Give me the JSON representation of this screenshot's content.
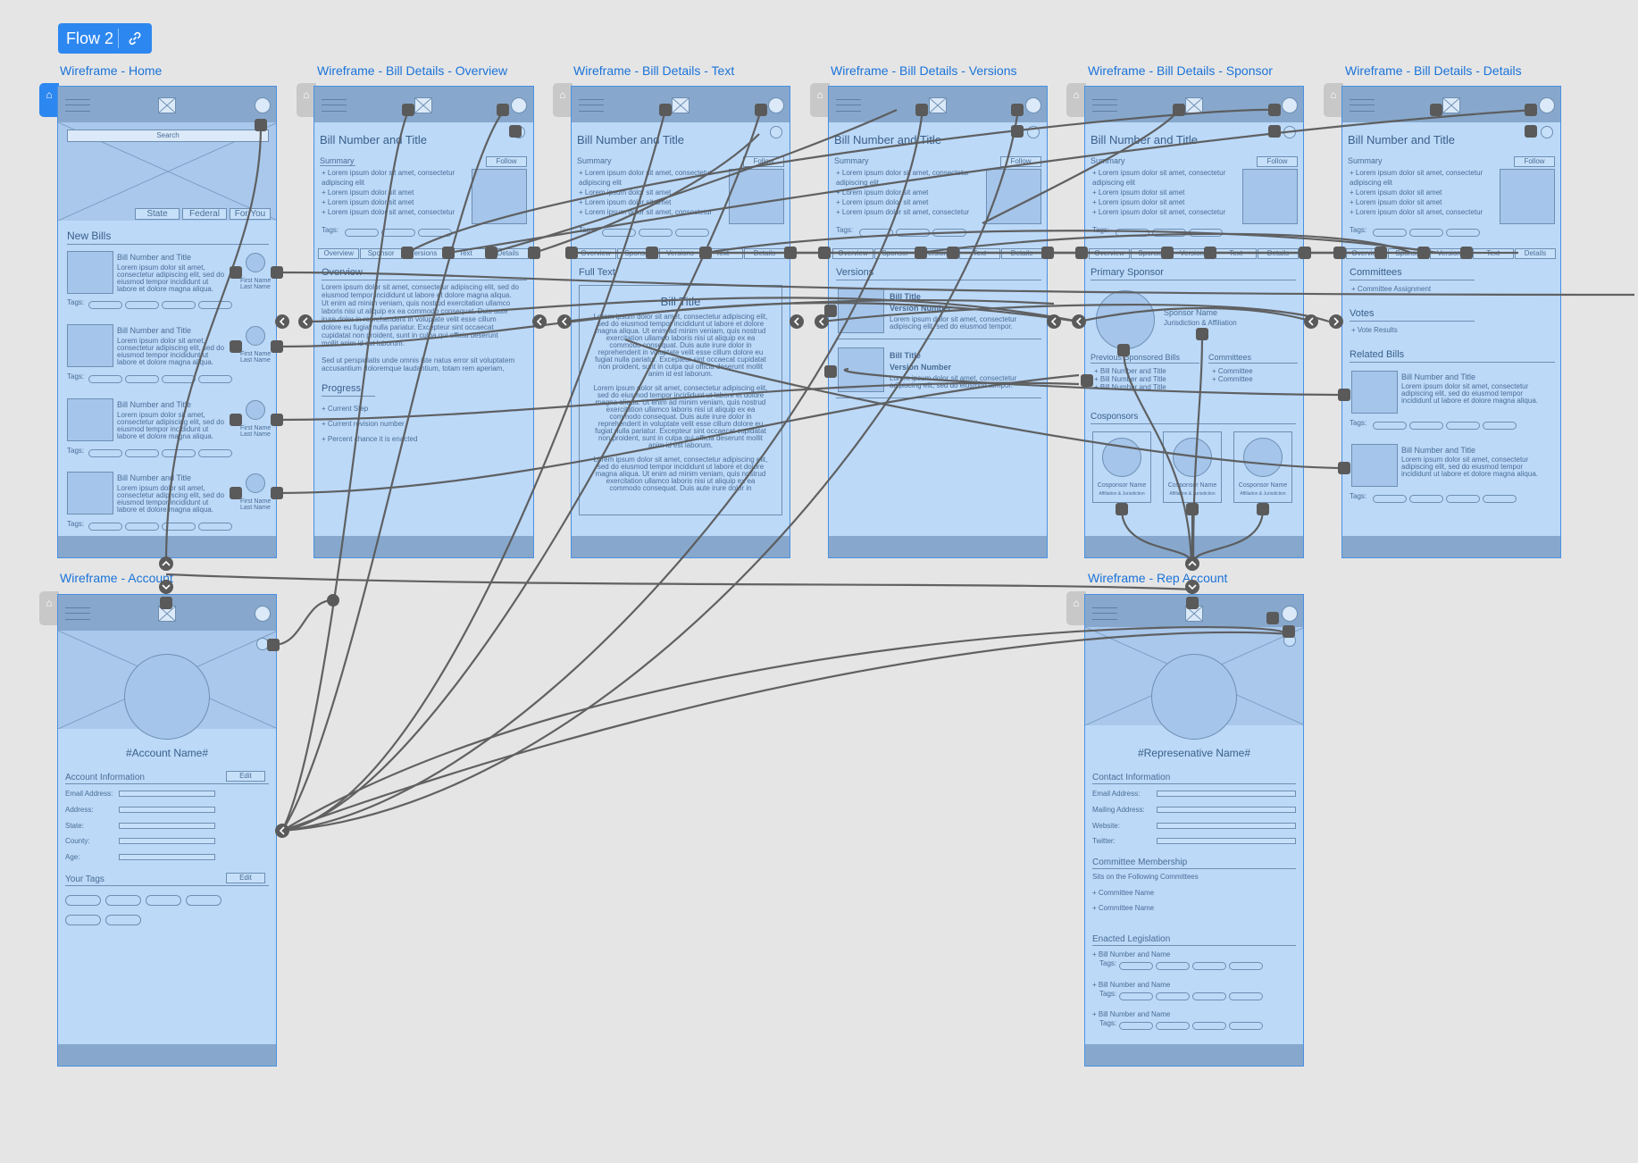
{
  "flow": {
    "label": "Flow 2"
  },
  "frames": {
    "home": "Wireframe - Home",
    "overview": "Wireframe - Bill Details - Overview",
    "text": "Wireframe - Bill Details - Text",
    "versions": "Wireframe - Bill Details - Versions",
    "sponsor": "Wireframe - Bill Details - Sponsor",
    "details": "Wireframe - Bill Details - Details",
    "account": "Wireframe - Account",
    "rep": "Wireframe - Rep Account"
  },
  "home": {
    "search": "Search",
    "filters": [
      "State",
      "Federal",
      "For You"
    ],
    "section": "New Bills",
    "card_title": "Bill Number and Title",
    "card_text": [
      "Lorem ipsum dolor sit amet,",
      "consectetur adipiscing elit, sed do",
      "eiusmod tempor incididunt ut",
      "labore et dolore magna aliqua."
    ],
    "tags": "Tags:",
    "first": "First Name",
    "last": "Last Name"
  },
  "bill": {
    "title": "Bill Number and Title",
    "summary": "Summary",
    "follow": "Follow",
    "summary_lines": [
      "+ Lorem ipsum dolor sit amet, consectetur",
      "adipiscing elit",
      "+ Lorem ipsum dolor sit amet",
      "+ Lorem ipsum dolor sit amet",
      "+ Lorem ipsum dolor sit amet, consectetur"
    ],
    "tags": "Tags:",
    "tabs": [
      "Overview",
      "Sponsor",
      "Versions",
      "Text",
      "Details"
    ]
  },
  "overview": {
    "heading": "Overview",
    "para1": [
      "Lorem ipsum dolor sit amet, consectetur adipiscing elit, sed do",
      "eiusmod tempor incididunt ut labore et dolore magna aliqua.",
      "Ut enim ad minim veniam, quis nostrud exercitation ullamco",
      "laboris nisi ut aliquip ex ea commodo consequat. Duis aute",
      "irure dolor in reprehenderit in voluptate velit esse cillum",
      "dolore eu fugiat nulla pariatur. Excepteur sint occaecat",
      "cupidatat non proident, sunt in culpa qui officia deserunt",
      "mollit anim id est laborum."
    ],
    "para2": [
      "Sed ut perspiciatis unde omnis iste natus error sit voluptatem",
      "accusantium doloremque laudantium, totam rem aperiam,"
    ],
    "progress": "Progress",
    "progress_items": [
      "+ Current Step",
      "+ Current revision number",
      "+ Percent chance it is enacted"
    ]
  },
  "text": {
    "heading": "Full Text",
    "bill_title": "Bill Title",
    "p1": [
      "Lorem ipsum dolor sit amet, consectetur adipiscing elit,",
      "sed do eiusmod tempor incididunt ut labore et dolore",
      "magna aliqua. Ut enim ad minim veniam, quis nostrud",
      "exercitation ullamco laboris nisi ut aliquip ex ea",
      "commodo consequat. Duis aute irure dolor in",
      "reprehenderit in voluptate velit esse cillum dolore eu",
      "fugiat nulla pariatur. Excepteur sint occaecat cupidatat",
      "non proident, sunt in culpa qui officia deserunt mollit",
      "anim id est laborum."
    ],
    "p3": [
      "Lorem ipsum dolor sit amet, consectetur adipiscing elit,",
      "sed do eiusmod tempor incididunt ut labore et dolore",
      "magna aliqua. Ut enim ad minim veniam, quis nostrud",
      "exercitation ullamco laboris nisi ut aliquip ex ea",
      "commodo consequat. Duis aute irure dolor in"
    ]
  },
  "versions": {
    "heading": "Versions",
    "bill_title": "Bill Title",
    "version": "Version Number",
    "desc": [
      "Lorem ipsum dolor sit amet, consectetur",
      "adipiscing elit, sed do eiusmod tempor."
    ]
  },
  "sponsor": {
    "primary": "Primary Sponsor",
    "name": "Sponsor Name",
    "jurisdiction": "Jurisdiction & Affiliation",
    "prev": "Previous Sponsored Bills",
    "prev_items": [
      "+ Bill Number and Title",
      "+ Bill Number and Title",
      "+ Bill Number and Title"
    ],
    "committees": "Committees",
    "committee_items": [
      "+ Committee",
      "+ Committee"
    ],
    "cosponsors": "Cosponsors",
    "cosponsor_name": "Cosponsor Name",
    "cosponsor_sub": "Affiliation & Jurisdiction"
  },
  "details": {
    "committees": "Committees",
    "committee_item": "+ Committee Assignment",
    "votes": "Votes",
    "vote_item": "+ Vote Results",
    "related": "Related Bills",
    "card_title": "Bill Number and Title",
    "card_text": [
      "Lorem ipsum dolor sit amet, consectetur",
      "adipiscing elit, sed do eiusmod tempor",
      "incididunt ut labore et dolore magna aliqua."
    ],
    "tags": "Tags:"
  },
  "account": {
    "name": "#Account Name#",
    "info": "Account Information",
    "edit": "Edit",
    "fields": [
      "Email Address:",
      "Address:",
      "State:",
      "County:",
      "Age:"
    ],
    "tags_heading": "Your Tags"
  },
  "rep": {
    "name": "#Represenative Name#",
    "contact": "Contact Information",
    "fields": [
      "Email Address:",
      "Mailing Address:",
      "Website:",
      "Twitter:"
    ],
    "committee": "Committee Membership",
    "sits": "Sits on the Following Committees",
    "committee_items": [
      "+ Committee Name",
      "+ Committee Name"
    ],
    "enacted": "Enacted Legislation",
    "enacted_item": "+ Bill Number and Name",
    "tags": "Tags:"
  },
  "colors": {
    "accent": "#2d87f0",
    "screen": "#bcd9f8",
    "header": "#87a8cc",
    "wire": "#5a5a5a",
    "canvas": "#e5e5e5"
  },
  "icons": [
    "home-icon",
    "link-icon",
    "hamburger-icon",
    "image-placeholder-icon",
    "avatar-icon",
    "close-circle-icon",
    "chevron-left-icon",
    "chevron-right-icon",
    "chevron-up-icon",
    "chevron-down-icon"
  ]
}
